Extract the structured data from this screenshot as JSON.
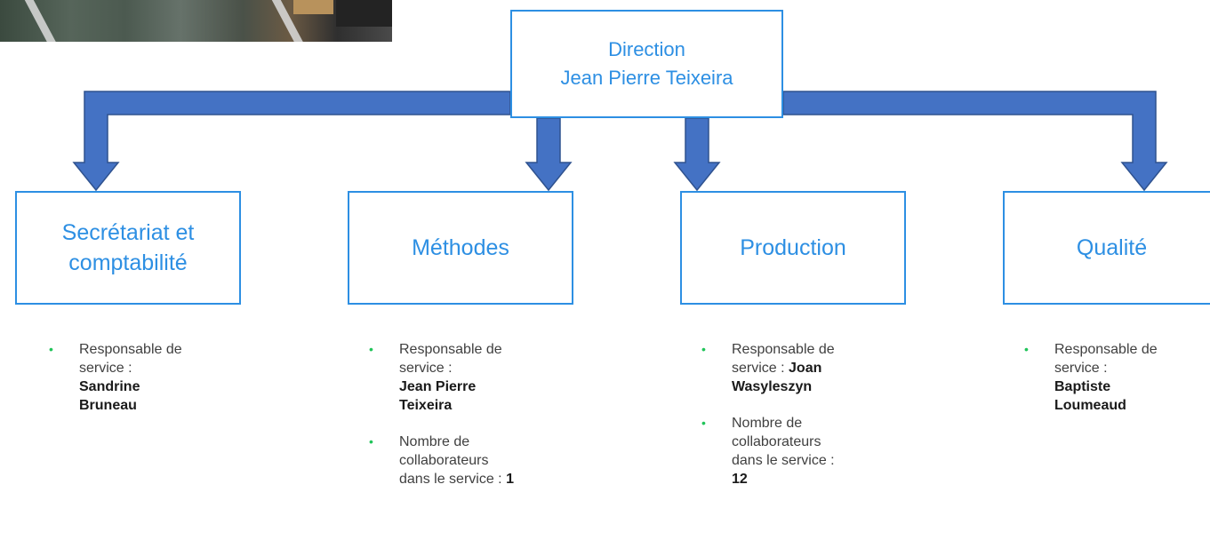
{
  "colors": {
    "arrow_fill": "#4472c4",
    "arrow_stroke": "#2f528f",
    "box_border": "#2d8fe3",
    "box_text": "#2d8fe3",
    "bullet": "#21c45a"
  },
  "top": {
    "line1": "Direction",
    "line2": "Jean Pierre Teixeira"
  },
  "departments": [
    {
      "name_line1": "Secrétariat et",
      "name_line2": "comptabilité",
      "items": [
        {
          "l1": "Responsable de",
          "l2": "service :",
          "l3_bold": "Sandrine",
          "l4_bold": "Bruneau"
        }
      ]
    },
    {
      "name": "Méthodes",
      "items": [
        {
          "l1": "Responsable de",
          "l2": "service :",
          "l3_bold": "Jean Pierre",
          "l4_bold": "Teixeira"
        },
        {
          "l1": "Nombre de",
          "l2": "collaborateurs",
          "l3": "dans le service : ",
          "l3_bold": "1"
        }
      ]
    },
    {
      "name": "Production",
      "items": [
        {
          "l1": "Responsable de",
          "l2": "service : ",
          "l2_bold": "Joan",
          "l3_bold": "Wasyleszyn"
        },
        {
          "l1": "Nombre de",
          "l2": "collaborateurs",
          "l3": "dans le service :",
          "l4_bold": "12"
        }
      ]
    },
    {
      "name": "Qualité",
      "items": [
        {
          "l1": "Responsable de",
          "l2": "service :",
          "l3_bold": "Baptiste",
          "l4_bold": "Loumeaud"
        }
      ]
    }
  ],
  "bullet_char": "•"
}
